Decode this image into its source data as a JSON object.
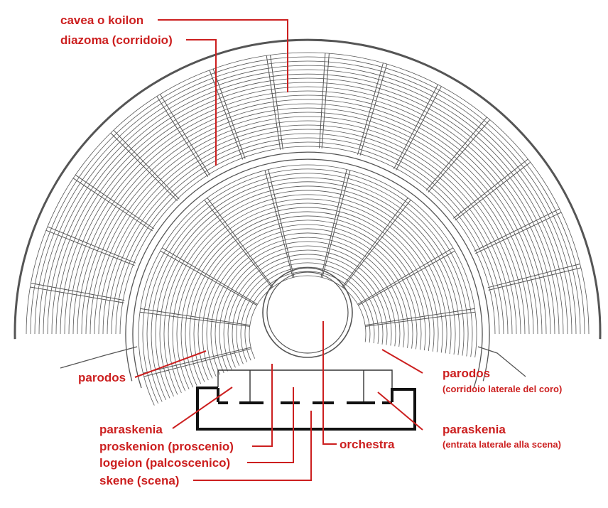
{
  "colors": {
    "label": "#cc1f1f",
    "structure": "#555555",
    "building": "#111111",
    "background": "#ffffff"
  },
  "labels": {
    "cavea": "cavea o koilon",
    "diazoma": "diazoma (corridoio)",
    "parodos_left": "parodos",
    "parodos_right": "parodos",
    "parodos_right_sub": "(corridoio laterale del coro)",
    "paraskenia_left": "paraskenia",
    "paraskenia_right": "paraskenia",
    "paraskenia_right_sub": "(entrata laterale alla scena)",
    "proskenion": "proskenion (proscenio)",
    "orchestra": "orchestra",
    "logeion": "logeion (palcoscenico)",
    "skene": "skene (scena)"
  }
}
